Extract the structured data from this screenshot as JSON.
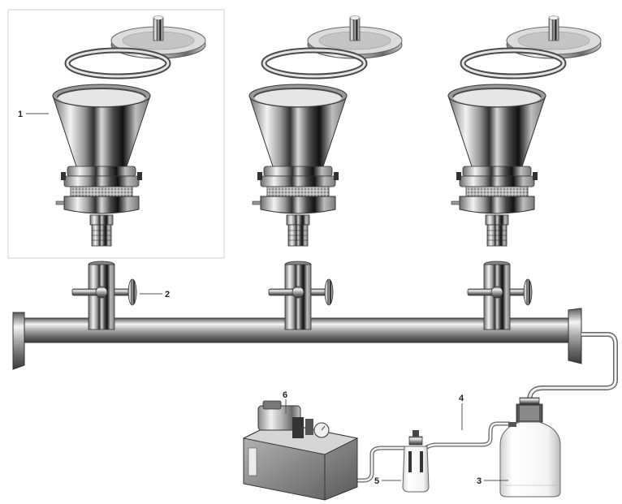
{
  "diagram": {
    "labels": {
      "funnel": "1",
      "valve": "2",
      "bottle": "3",
      "tubing": "4",
      "trap": "5",
      "pump": "6"
    },
    "funnel_units": [
      {
        "id": "left"
      },
      {
        "id": "middle"
      },
      {
        "id": "right"
      }
    ]
  }
}
